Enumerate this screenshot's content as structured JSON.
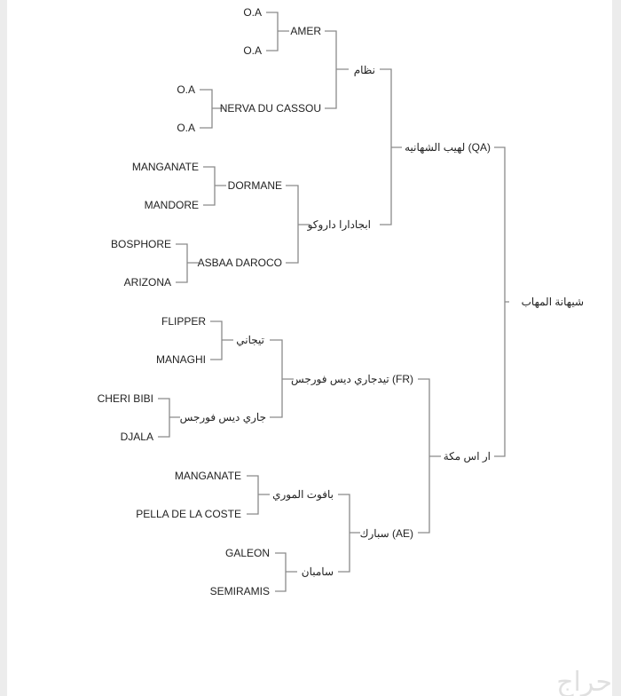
{
  "pedigree": {
    "root": "شيهانة المهاب",
    "sire": "لهيب الشهانيه (QA)",
    "dam": "ار اس مكة",
    "sire_sire": "نظام",
    "sire_dam": "ابجادارا داروكو",
    "dam_sire": "تيدجاري ديس فورجس (FR)",
    "dam_dam": "سبارك (AE)",
    "g3": [
      "AMER",
      "NERVA DU CASSOU",
      "DORMANE",
      "ASBAA DAROCO",
      "تيجاني",
      "جاري ديس فورجس",
      "بافوت الموري",
      "سامبان"
    ],
    "g4": [
      "O.A",
      "O.A",
      "O.A",
      "O.A",
      "MANGANATE",
      "MANDORE",
      "BOSPHORE",
      "ARIZONA",
      "FLIPPER",
      "MANAGHI",
      "CHERI BIBI",
      "DJALA",
      "MANGANATE",
      "PELLA DE LA COSTE",
      "GALEON",
      "SEMIRAMIS"
    ]
  },
  "watermark": "حراج"
}
